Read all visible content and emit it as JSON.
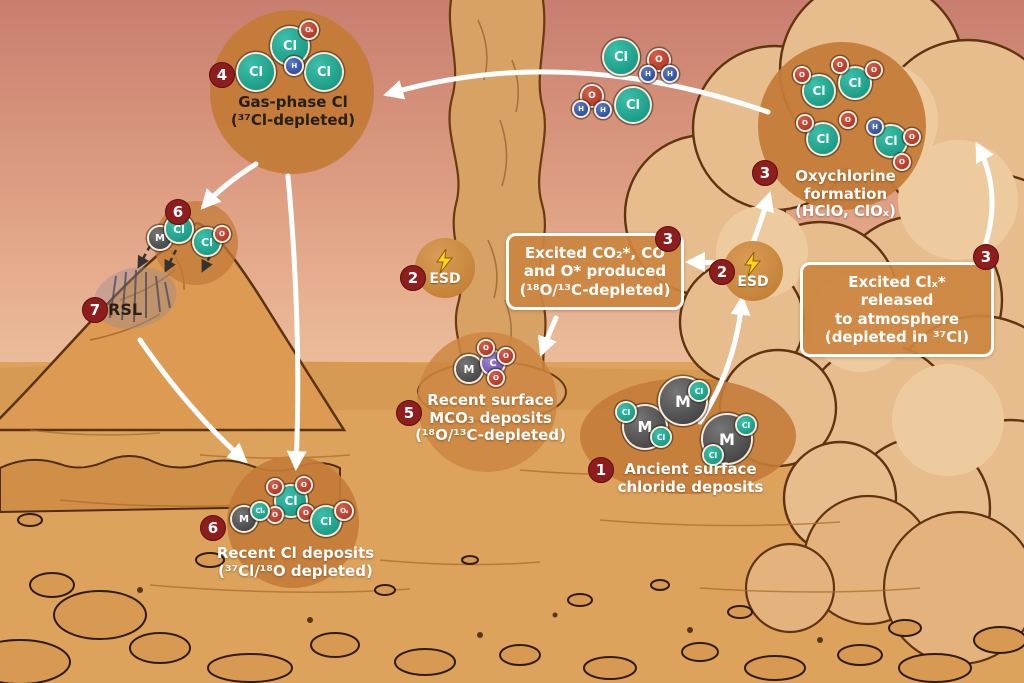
{
  "meta": {
    "title": "Mars chlorine cycle illustration"
  },
  "colors": {
    "chlorine_atom": "#18a08c",
    "metal_atom": "#454545",
    "oxygen_atom": "#b83222",
    "hydrogen_atom": "#2a4a9c",
    "carbon_atom": "#7b63b8",
    "step_badge": "#8e1d1d",
    "arrow": "#ffffff",
    "lightning": "#ffd21c",
    "sky_top": "#c87e6f",
    "terrain": "#dda25c"
  },
  "atoms": {
    "cl": "Cl",
    "m": "M",
    "o": "O",
    "h": "H",
    "c": "C",
    "ox": "Oₓ",
    "clx": "Clₓ"
  },
  "nodes": {
    "gas_phase": {
      "number": "4",
      "line1": "Gas-phase Cl",
      "line2": "(³⁷Cl-depleted)"
    },
    "hill_release": {
      "number": "6"
    },
    "rsl": {
      "number": "7",
      "label": "RSL"
    },
    "esd_left": {
      "number": "2",
      "label": "ESD"
    },
    "esd_right": {
      "number": "2",
      "label": "ESD"
    },
    "co2_callout": {
      "line1": "Excited CO₂*, CO",
      "line2": "and O* produced",
      "line3": "(¹⁸O/¹³C-depleted)"
    },
    "cl_release_badge": {
      "number": "3"
    },
    "cl_callout": {
      "number": "3",
      "line1": "Excited Clₓ* released",
      "line2": "to atmosphere",
      "line3": "(depleted in ³⁷Cl)"
    },
    "oxychlorine": {
      "number": "3",
      "line1": "Oxychlorine",
      "line2": "formation",
      "line3": "(HClO, ClOₓ)"
    },
    "mco3": {
      "number": "5",
      "line1": "Recent surface",
      "line2": "MCO₃ deposits",
      "line3": "(¹⁸O/¹³C-depleted)"
    },
    "ancient": {
      "number": "1",
      "line1": "Ancient surface",
      "line2": "chloride deposits"
    },
    "recent_cl": {
      "number": "6",
      "line1": "Recent Cl deposits",
      "line2": "(³⁷Cl/¹⁸O depleted)"
    }
  }
}
